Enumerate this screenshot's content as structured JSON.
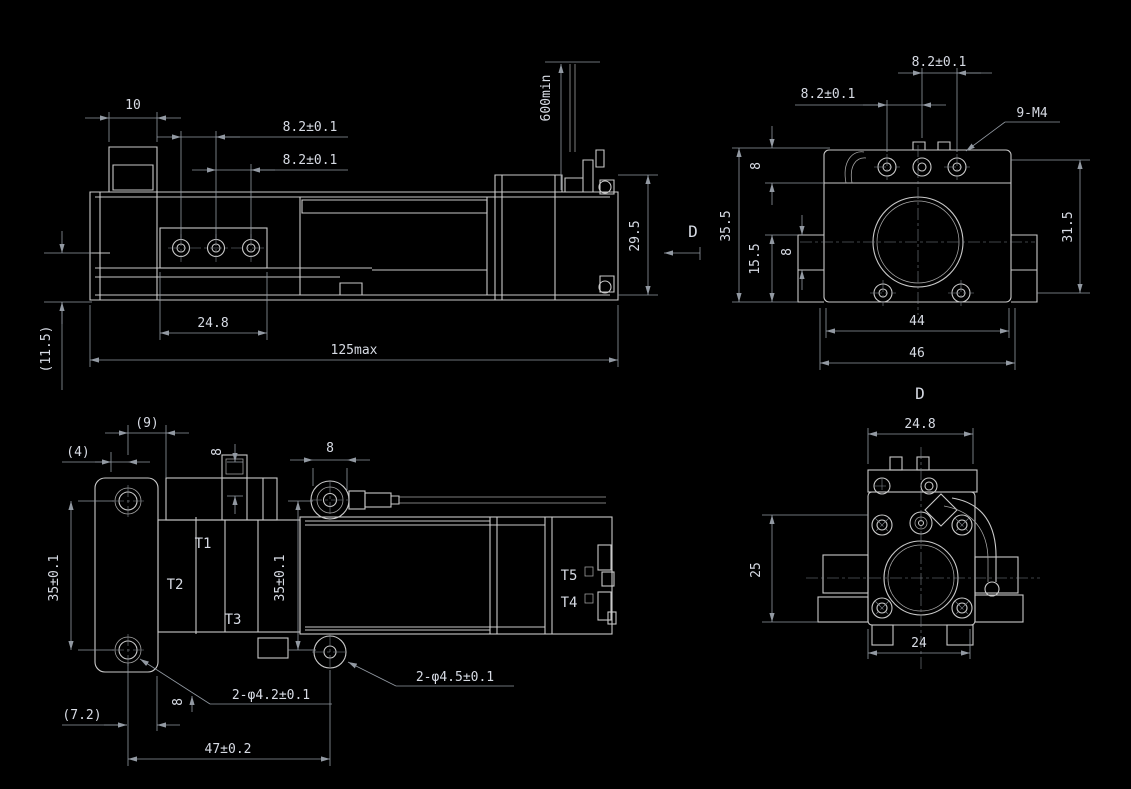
{
  "drawing": {
    "type": "engineering-drawing",
    "colors": {
      "background": "#000000",
      "outline": "#c9c9c9",
      "outline_thin": "#a7a7a7",
      "dimension": "#9299a2",
      "centerline": "#80858d",
      "text": "#d7dbe4"
    },
    "views": {
      "side": {
        "title": "side-view",
        "labels": {
          "dim_block_width": "10",
          "dim_hole_pitch_1": "8.2±0.1",
          "dim_hole_pitch_2": "8.2±0.1",
          "dim_lead_wire": "600min",
          "dim_height": "29.5",
          "section_arrow": "D",
          "dim_ref_height": "(11.5)",
          "dim_plate_width": "24.8",
          "dim_overall_length": "125max"
        }
      },
      "rear": {
        "title": "rear-end-view",
        "labels": {
          "dim_hole_pitch_top": "8.2±0.1",
          "dim_hole_pitch_left": "8.2±0.1",
          "thread_callout": "9-M4",
          "dim_height_overall": "35.5",
          "dim_top_offset": "8",
          "dim_lower_height": "15.5",
          "dim_inner_offset": "8",
          "dim_width_inner": "44",
          "dim_width_outer": "46",
          "dim_height_right": "31.5",
          "view_label": "D"
        }
      },
      "top": {
        "title": "top-view",
        "labels": {
          "dim_ref_9": "(9)",
          "dim_ref_4": "(4)",
          "dim_stub": "8",
          "dim_boss": "8",
          "port_t1": "T1",
          "port_t2": "T2",
          "port_t3": "T3",
          "port_t5": "T5",
          "port_t4": "T4",
          "dim_hole_pitch_left": "35±0.1",
          "dim_boss_pitch": "35±0.1",
          "hole_callout_plate": "2-φ4.2±0.1",
          "hole_callout_boss": "2-φ4.5±0.1",
          "dim_lower_8": "8",
          "dim_ref_7_2": "(7.2)",
          "dim_hole_span": "47±0.2"
        }
      },
      "section_d": {
        "title": "section-d-view",
        "labels": {
          "dim_top_width": "24.8",
          "dim_side_height": "25",
          "dim_bottom_width": "24"
        }
      }
    }
  }
}
